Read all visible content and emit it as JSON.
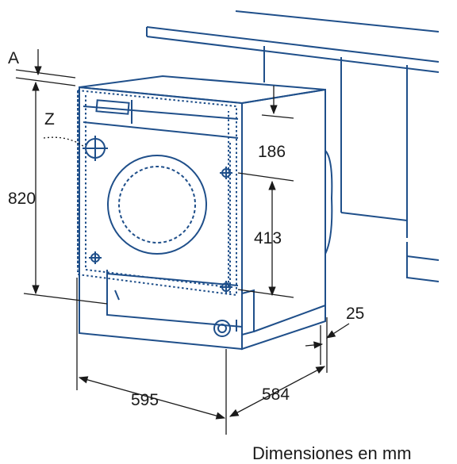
{
  "diagram": {
    "labels": {
      "a": "A",
      "z": "Z",
      "h820": "820",
      "h186": "186",
      "h413": "413",
      "d25": "25",
      "w595": "595",
      "d584": "584"
    },
    "caption": "Dimensiones en mm",
    "colors": {
      "appliance": "#1f4f8a",
      "cabinet": "#1f4f8a",
      "dimension": "#1a1a1a"
    }
  }
}
